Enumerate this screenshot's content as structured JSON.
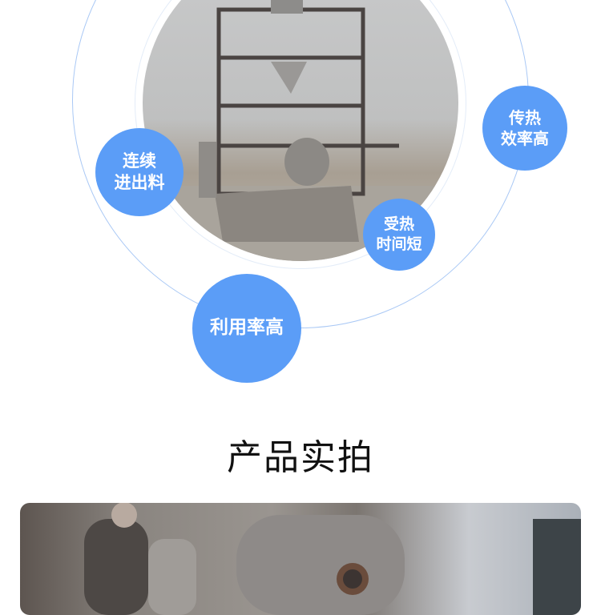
{
  "features": [
    {
      "line1": "连续",
      "line2": "进出料"
    },
    {
      "line1": "传热",
      "line2": "效率高"
    },
    {
      "line1": "受热",
      "line2": "时间短"
    },
    {
      "line1": "利用率高"
    }
  ],
  "section_title": "产品实拍",
  "colors": {
    "bubble": "#5b9df7",
    "ring": "#a9c8f5"
  }
}
